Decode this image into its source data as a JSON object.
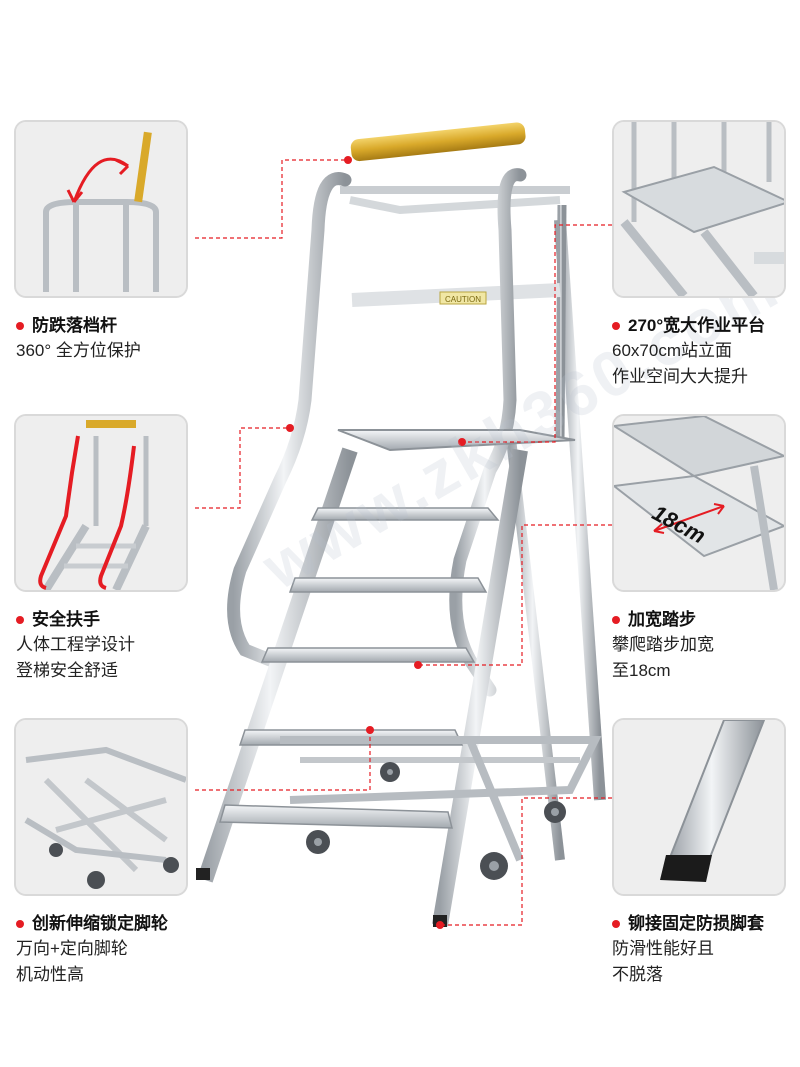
{
  "watermark": "www.zkh360.com",
  "accent_color": "#e51c23",
  "features": {
    "guard_bar": {
      "title": "防跌落档杆",
      "lines": [
        "360°  全方位保护"
      ]
    },
    "handrail": {
      "title": "安全扶手",
      "lines": [
        "人体工程学设计",
        "登梯安全舒适"
      ]
    },
    "caster": {
      "title": "创新伸缩锁定脚轮",
      "lines": [
        "万向+定向脚轮",
        "机动性高"
      ]
    },
    "platform": {
      "title": "270°宽大作业平台",
      "lines": [
        "60x70cm站立面",
        "作业空间大大提升"
      ]
    },
    "step": {
      "title": "加宽踏步",
      "lines": [
        "攀爬踏步加宽",
        "至18cm"
      ]
    },
    "foot": {
      "title": "铆接固定防损脚套",
      "lines": [
        "防滑性能好且",
        "不脱落"
      ]
    }
  },
  "step_width_label": "18cm",
  "caution_label": "CAUTION"
}
